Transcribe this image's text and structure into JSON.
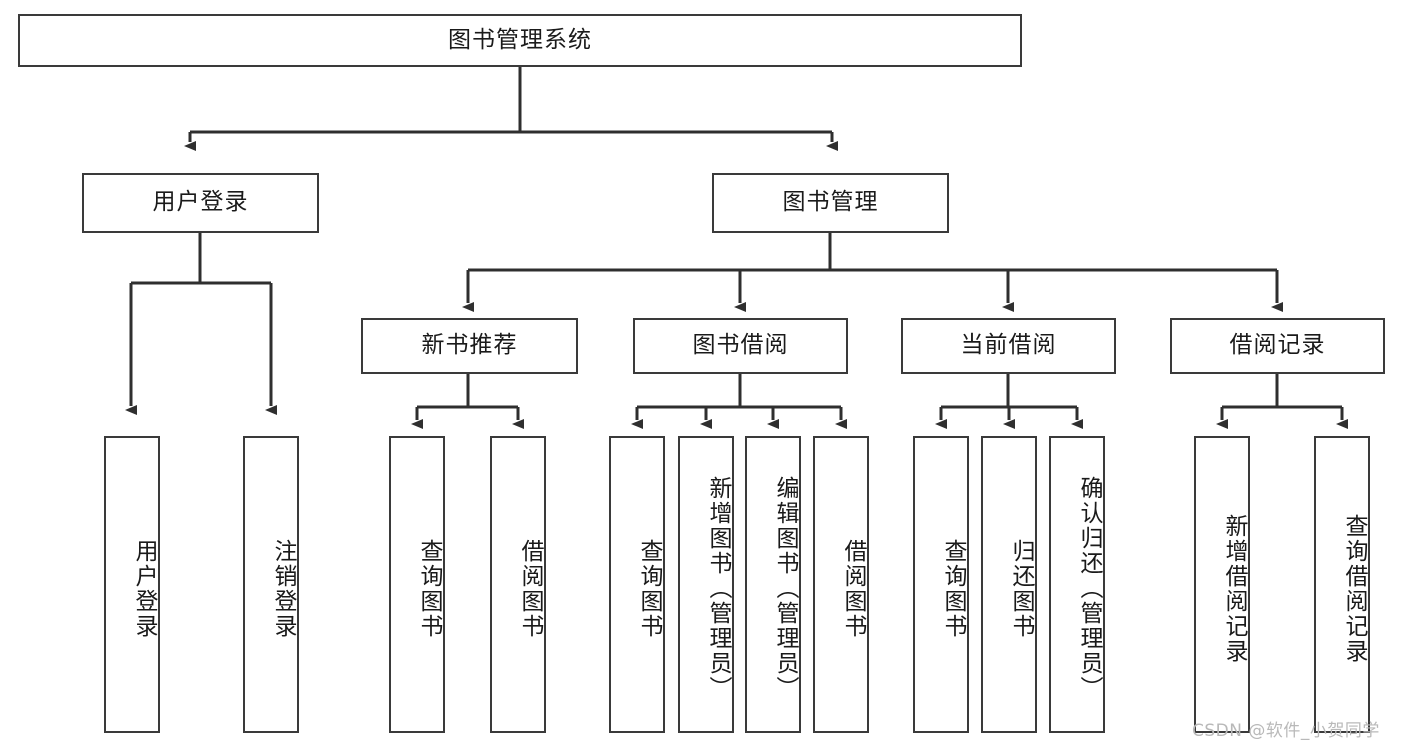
{
  "diagram": {
    "kind": "tree-structure-chart",
    "root": {
      "id": "root",
      "label": "图书管理系统"
    },
    "level2": [
      {
        "id": "user-login",
        "label": "用户登录"
      },
      {
        "id": "book-management",
        "label": "图书管理"
      }
    ],
    "level3": [
      {
        "id": "new-book-recommend",
        "label": "新书推荐",
        "parent": "book-management"
      },
      {
        "id": "book-borrow",
        "label": "图书借阅",
        "parent": "book-management"
      },
      {
        "id": "current-borrow",
        "label": "当前借阅",
        "parent": "book-management"
      },
      {
        "id": "borrow-record",
        "label": "借阅记录",
        "parent": "book-management"
      }
    ],
    "leaves": [
      {
        "id": "leaf-user-login",
        "label": "用户登录",
        "parent": "user-login"
      },
      {
        "id": "leaf-logout-login",
        "label": "注销登录",
        "parent": "user-login"
      },
      {
        "id": "leaf-query-book-1",
        "label": "查询图书",
        "parent": "new-book-recommend"
      },
      {
        "id": "leaf-borrow-book-1",
        "label": "借阅图书",
        "parent": "new-book-recommend"
      },
      {
        "id": "leaf-query-book-2",
        "label": "查询图书",
        "parent": "book-borrow"
      },
      {
        "id": "leaf-add-book",
        "label": "新增图书（管理员）",
        "parent": "book-borrow"
      },
      {
        "id": "leaf-edit-book",
        "label": "编辑图书（管理员）",
        "parent": "book-borrow"
      },
      {
        "id": "leaf-borrow-book-2",
        "label": "借阅图书",
        "parent": "book-borrow"
      },
      {
        "id": "leaf-query-book-3",
        "label": "查询图书",
        "parent": "current-borrow"
      },
      {
        "id": "leaf-return-book",
        "label": "归还图书",
        "parent": "current-borrow"
      },
      {
        "id": "leaf-confirm-return",
        "label": "确认归还（管理员）",
        "parent": "current-borrow"
      },
      {
        "id": "leaf-add-borrow-record",
        "label": "新增借阅记录",
        "parent": "borrow-record"
      },
      {
        "id": "leaf-query-borrow-record",
        "label": "查询借阅记录",
        "parent": "borrow-record"
      }
    ],
    "watermark": "CSDN @软件_小贺同学",
    "colors": {
      "background": "#ffffff",
      "box_border": "#3a3a3a",
      "box_fill": "#ffffff",
      "connector": "#2f2f2f",
      "text": "#1a1a1a",
      "watermark": "#b9b9b9"
    }
  }
}
